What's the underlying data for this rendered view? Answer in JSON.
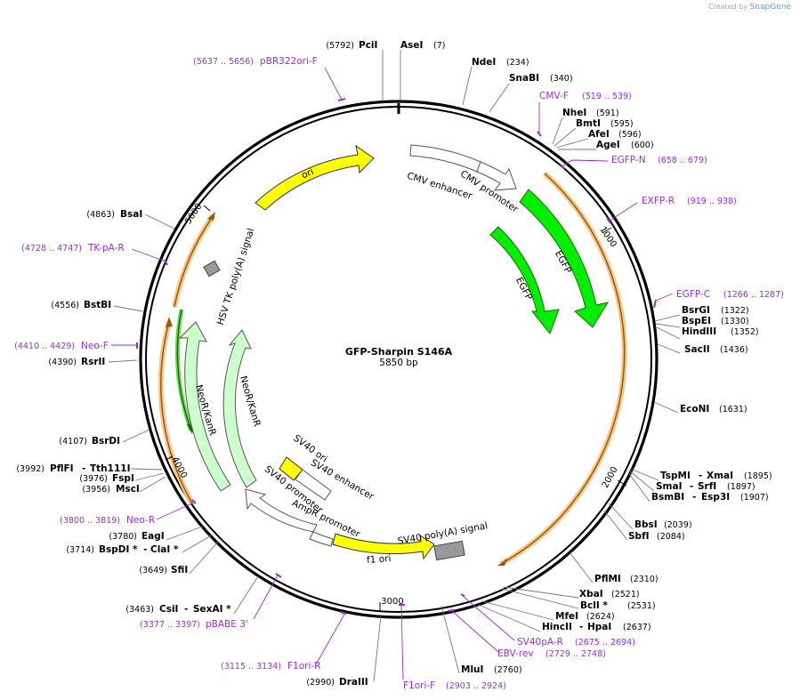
{
  "brand": {
    "prefix": "Created by",
    "name": "SnapGene"
  },
  "plasmid": {
    "name": "GFP-Sharpin S146A",
    "length_label": "5850 bp",
    "length": 5850
  },
  "ticks": [
    "1000",
    "2000",
    "3000",
    "4000",
    "5000"
  ],
  "sites": [
    {
      "name": "PciI",
      "pos": "(5792)"
    },
    {
      "name": "AseI",
      "pos": "(7)"
    },
    {
      "name": "NdeI",
      "pos": "(234)"
    },
    {
      "name": "SnaBI",
      "pos": "(340)"
    },
    {
      "name": "NheI",
      "pos": "(591)"
    },
    {
      "name": "BmtI",
      "pos": "(595)"
    },
    {
      "name": "AfeI",
      "pos": "(596)"
    },
    {
      "name": "AgeI",
      "pos": "(600)"
    },
    {
      "name": "BsrGI",
      "pos": "(1322)"
    },
    {
      "name": "BspEI",
      "pos": "(1330)"
    },
    {
      "name": "HindIII",
      "pos": "(1352)"
    },
    {
      "name": "SacII",
      "pos": "(1436)"
    },
    {
      "name": "EcoNI",
      "pos": "(1631)"
    },
    {
      "name": "TspMI",
      "name2": "XmaI",
      "pos": "(1895)"
    },
    {
      "name": "SmaI",
      "name2": "SrfI",
      "pos": "(1897)"
    },
    {
      "name": "BsmBI",
      "name2": "Esp3I",
      "pos": "(1907)"
    },
    {
      "name": "BbsI",
      "pos": "(2039)"
    },
    {
      "name": "SbfI",
      "pos": "(2084)"
    },
    {
      "name": "PflMI",
      "pos": "(2310)"
    },
    {
      "name": "XbaI",
      "pos": "(2521)"
    },
    {
      "name": "BclI *",
      "pos": "(2531)"
    },
    {
      "name": "MfeI",
      "pos": "(2624)"
    },
    {
      "name": "HincII",
      "name2": "HpaI",
      "pos": "(2637)"
    },
    {
      "name": "MluI",
      "pos": "(2760)"
    },
    {
      "name": "DraIII",
      "pos": "(2990)"
    },
    {
      "name": "CsiI",
      "name2": "SexAI *",
      "pos": "(3463)"
    },
    {
      "name": "SfiI",
      "pos": "(3649)"
    },
    {
      "name": "BspDI *",
      "name2": "ClaI *",
      "pos": "(3714)"
    },
    {
      "name": "EagI",
      "pos": "(3780)"
    },
    {
      "name": "MscI",
      "pos": "(3956)"
    },
    {
      "name": "FspI",
      "pos": "(3976)"
    },
    {
      "name": "PflFI",
      "name2": "Tth111I",
      "pos": "(3992)"
    },
    {
      "name": "BsrDI",
      "pos": "(4107)"
    },
    {
      "name": "RsrII",
      "pos": "(4390)"
    },
    {
      "name": "BstBI",
      "pos": "(4556)"
    },
    {
      "name": "BsaI",
      "pos": "(4863)"
    }
  ],
  "primers": [
    {
      "name": "pBR322ori-F",
      "range": "(5637 .. 5656)"
    },
    {
      "name": "CMV-F",
      "range": "(519 .. 539)"
    },
    {
      "name": "EGFP-N",
      "range": "(658 .. 679)"
    },
    {
      "name": "EXFP-R",
      "range": "(919 .. 938)"
    },
    {
      "name": "EGFP-C",
      "range": "(1266 .. 1287)"
    },
    {
      "name": "SV40pA-R",
      "range": "(2675 .. 2694)"
    },
    {
      "name": "EBV-rev",
      "range": "(2729 .. 2748)"
    },
    {
      "name": "F1ori-F",
      "range": "(2903 .. 2924)"
    },
    {
      "name": "F1ori-R",
      "range": "(3115 .. 3134)"
    },
    {
      "name": "pBABE 3'",
      "range": "(3377 .. 3397)"
    },
    {
      "name": "Neo-R",
      "range": "(3800 .. 3819)"
    },
    {
      "name": "Neo-F",
      "range": "(4410 .. 4429)"
    },
    {
      "name": "TK-pA-R",
      "range": "(4728 .. 4747)"
    }
  ],
  "features": [
    {
      "label": "ori",
      "color": "#ffff00"
    },
    {
      "label": "CMV enhancer",
      "color": "#ffffff"
    },
    {
      "label": "CMV promoter",
      "color": "#ffffff"
    },
    {
      "label": "EGFP",
      "color": "#00ee00"
    },
    {
      "label": "EGFP",
      "color": "#00ee00"
    },
    {
      "label": "HSV TK poly(A) signal",
      "color": "#999999"
    },
    {
      "label": "NeoR/KanR",
      "color": "#ccffcc"
    },
    {
      "label": "NeoR/KanR",
      "color": "#ccffcc"
    },
    {
      "label": "SV40 ori",
      "color": "#ffff00"
    },
    {
      "label": "SV40 enhancer",
      "color": "#ffffff"
    },
    {
      "label": "SV40 promoter",
      "color": "#ffffff"
    },
    {
      "label": "AmpR promoter",
      "color": "#ffffff"
    },
    {
      "label": "f1 ori",
      "color": "#ffff00"
    },
    {
      "label": "SV40 poly(A) signal",
      "color": "#999999"
    }
  ],
  "colors": {
    "primer": "#9a2fd6",
    "orf_outline": "#f0b060",
    "orf_line": "#9e5a00",
    "backbone": "#000000"
  }
}
